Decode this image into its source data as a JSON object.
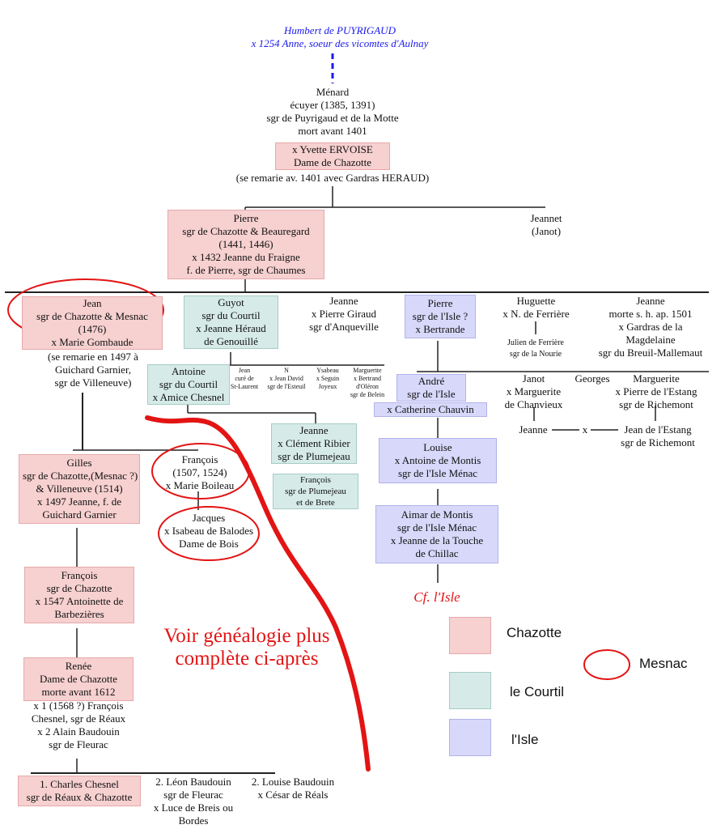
{
  "root": {
    "name": "Humbert de PUYRIGAUD",
    "spouse": "x 1254 Anne, soeur des vicomtes d'Aulnay"
  },
  "menard": {
    "lines": [
      "Ménard",
      "écuyer (1385, 1391)",
      "sgr de Puyrigaud et de la Motte",
      "mort avant 1401"
    ],
    "spouse": [
      "x Yvette ERVOISE",
      "Dame de Chazotte"
    ],
    "note": "(se remarie av. 1401 avec Gardras HERAUD)"
  },
  "pierre": [
    "Pierre",
    "sgr de Chazotte & Beauregard",
    "(1441, 1446)",
    "x 1432 Jeanne du Fraigne",
    "f. de Pierre, sgr de Chaumes"
  ],
  "jeannet": [
    "Jeannet",
    "(Janot)"
  ],
  "jean": [
    "Jean",
    "sgr de Chazotte & Mesnac",
    "(1476)",
    "x Marie Gombaude"
  ],
  "jean_note": [
    "(se remarie en 1497 à",
    "Guichard Garnier,",
    "sgr de Villeneuve)"
  ],
  "guyot": [
    "Guyot",
    "sgr du Courtil",
    "x Jeanne Héraud",
    "de Genouillé"
  ],
  "jeanne_giraud": [
    "Jeanne",
    "x Pierre Giraud",
    "sgr d'Anqueville"
  ],
  "pierre_isle": [
    "Pierre",
    "sgr de l'Isle ?",
    "x Bertrande"
  ],
  "huguette": [
    "Huguette",
    "x N. de Ferrière"
  ],
  "julien": [
    "Julien de Ferrière",
    "sgr de la Nourie"
  ],
  "jeanne_morte": [
    "Jeanne",
    "morte s. h. ap. 1501",
    "x Gardras de la",
    "Magdelaine",
    "sgr du Breuil-Mallemaut"
  ],
  "antoine": [
    "Antoine",
    "sgr du Courtil",
    "x Amice Chesnel"
  ],
  "small": [
    [
      "Jean",
      "curé de",
      "St-Laurent"
    ],
    [
      "N",
      "x Jean David",
      "sgr de l'Esteuil"
    ],
    [
      "Ysabeau",
      "x Seguin",
      "Joyeux"
    ],
    [
      "Marguerite",
      "x Bertrand",
      "d'Oléron",
      "sgr de Belein"
    ]
  ],
  "andre": [
    "André",
    "sgr de l'Isle"
  ],
  "andre_spouse": "x Catherine Chauvin",
  "janot": [
    "Janot",
    "x Marguerite",
    "de Chanvieux"
  ],
  "georges": "Georges",
  "marguerite": [
    "Marguerite",
    "x Pierre de l'Estang",
    "sgr de Richemont"
  ],
  "jeanne_small": "Jeanne",
  "x_mark": "x",
  "jean_estang": [
    "Jean de l'Estang",
    "sgr de Richemont"
  ],
  "jeanne_ribier": [
    "Jeanne",
    "x Clément Ribier",
    "sgr de Plumejeau"
  ],
  "francois_plumejeau": [
    "François",
    "sgr de Plumejeau",
    "et de Brete"
  ],
  "louise": [
    "Louise",
    "x Antoine de Montis",
    "sgr de l'Isle Ménac"
  ],
  "aimar": [
    "Aimar de Montis",
    "sgr de l'Isle Ménac",
    "x Jeanne de la Touche",
    "de Chillac"
  ],
  "cf_isle": "Cf. l'Isle",
  "gilles": [
    "Gilles",
    "sgr de Chazotte,(Mesnac ?)",
    "& Villeneuve (1514)",
    "x 1497 Jeanne, f. de",
    "Guichard Garnier"
  ],
  "francois1": [
    "François",
    "(1507, 1524)",
    "x Marie Boileau"
  ],
  "jacques": [
    "Jacques",
    "x Isabeau de Balodes",
    "Dame de Bois"
  ],
  "francois2": [
    "François",
    "sgr de Chazotte",
    "x 1547 Antoinette de",
    "Barbezières"
  ],
  "renee": [
    "Renée",
    "Dame de Chazotte",
    "morte avant 1612"
  ],
  "renee_spouses": [
    "x 1 (1568 ?) François",
    "Chesnel, sgr de Réaux",
    "x 2 Alain Baudouin",
    "sgr de Fleurac"
  ],
  "charles": [
    "1. Charles Chesnel",
    "sgr de Réaux & Chazotte"
  ],
  "leon": [
    "2. Léon Baudouin",
    "sgr de Fleurac",
    "x Luce de Breis ou",
    "Bordes"
  ],
  "louise_b": [
    "2. Louise Baudouin",
    "x César de Réals"
  ],
  "voir": [
    "Voir généalogie plus",
    "complète ci-après"
  ],
  "legend": {
    "chazotte": "Chazotte",
    "courtil": "le Courtil",
    "isle": "l'Isle",
    "mesnac": "Mesnac"
  },
  "colors": {
    "pink": "#f7d0d0",
    "teal": "#d6ebe8",
    "lavender": "#d8d8fb",
    "red": "#e31414",
    "blue": "#1a1aee"
  }
}
